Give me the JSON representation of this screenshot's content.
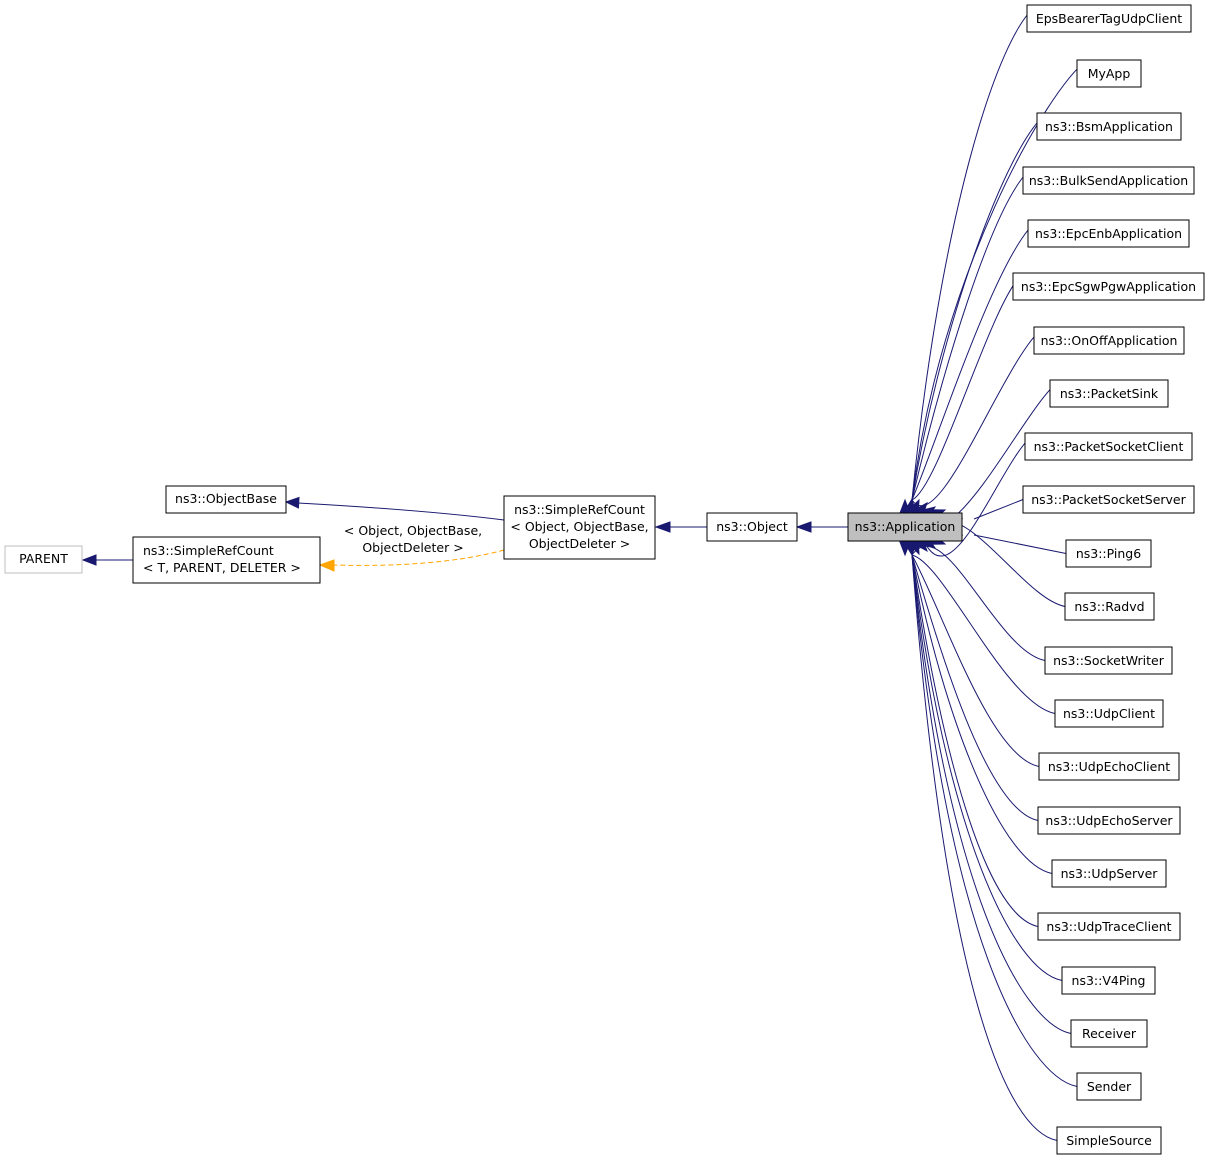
{
  "nodes": {
    "parent": "PARENT",
    "simple_ref_count_generic": [
      "ns3::SimpleRefCount",
      "< T, PARENT, DELETER >"
    ],
    "object_base": "ns3::ObjectBase",
    "simple_ref_count_object": [
      "ns3::SimpleRefCount",
      "< Object, ObjectBase,",
      "ObjectDeleter >"
    ],
    "object": "ns3::Object",
    "application": "ns3::Application"
  },
  "edge_label": [
    "< Object, ObjectBase,",
    "ObjectDeleter >"
  ],
  "children": [
    "EpsBearerTagUdpClient",
    "MyApp",
    "ns3::BsmApplication",
    "ns3::BulkSendApplication",
    "ns3::EpcEnbApplication",
    "ns3::EpcSgwPgwApplication",
    "ns3::OnOffApplication",
    "ns3::PacketSink",
    "ns3::PacketSocketClient",
    "ns3::PacketSocketServer",
    "ns3::Ping6",
    "ns3::Radvd",
    "ns3::SocketWriter",
    "ns3::UdpClient",
    "ns3::UdpEchoClient",
    "ns3::UdpEchoServer",
    "ns3::UdpServer",
    "ns3::UdpTraceClient",
    "ns3::V4Ping",
    "Receiver",
    "Sender",
    "SimpleSource"
  ],
  "colors": {
    "edge": "#191970",
    "template_edge": "#ffa500",
    "highlight_fill": "#bfbfbf"
  }
}
